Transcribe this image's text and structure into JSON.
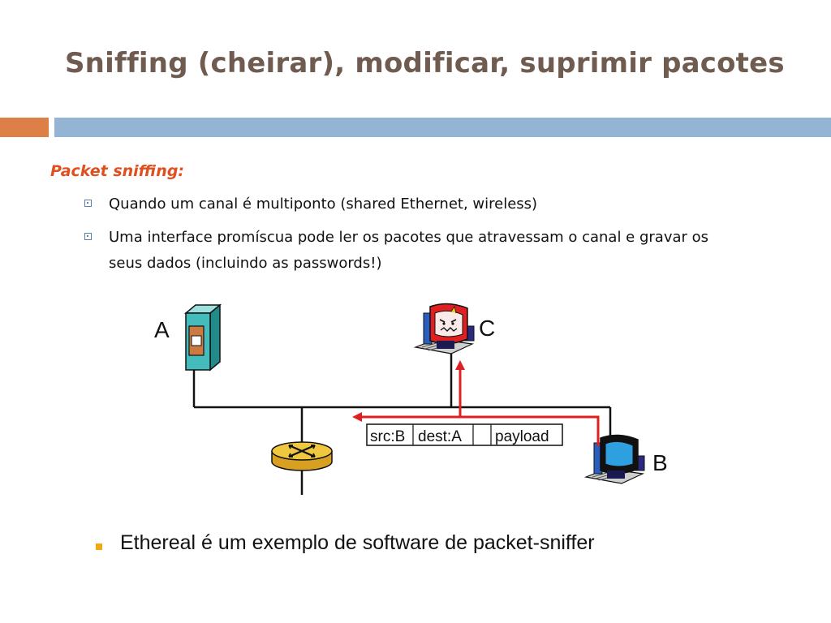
{
  "slide": {
    "title": "Sniffing (cheirar), modificar, suprimir pacotes",
    "subheading": "Packet sniffing:",
    "bullets": [
      "Quando um canal é multiponto (shared Ethernet, wireless)",
      "Uma interface promíscua pode  ler os pacotes que atravessam o canal e gravar os seus dados (incluindo as passwords!)"
    ],
    "bottom_bullet": "Ethereal é um exemplo de software de packet-sniffer"
  },
  "diagram": {
    "nodes": {
      "a_label": "A",
      "b_label": "B",
      "c_label": "C"
    },
    "packet": {
      "src": "src:B",
      "dest": "dest:A",
      "payload": "payload"
    }
  },
  "colors": {
    "title": "#6f5b4f",
    "accent_orange": "#dd8048",
    "accent_blue": "#93b4d3",
    "subheading": "#e0501e",
    "arrow": "#e02020",
    "bullet_square": "#5a7fb0",
    "bottom_bullet_dot": "#f0a910"
  }
}
